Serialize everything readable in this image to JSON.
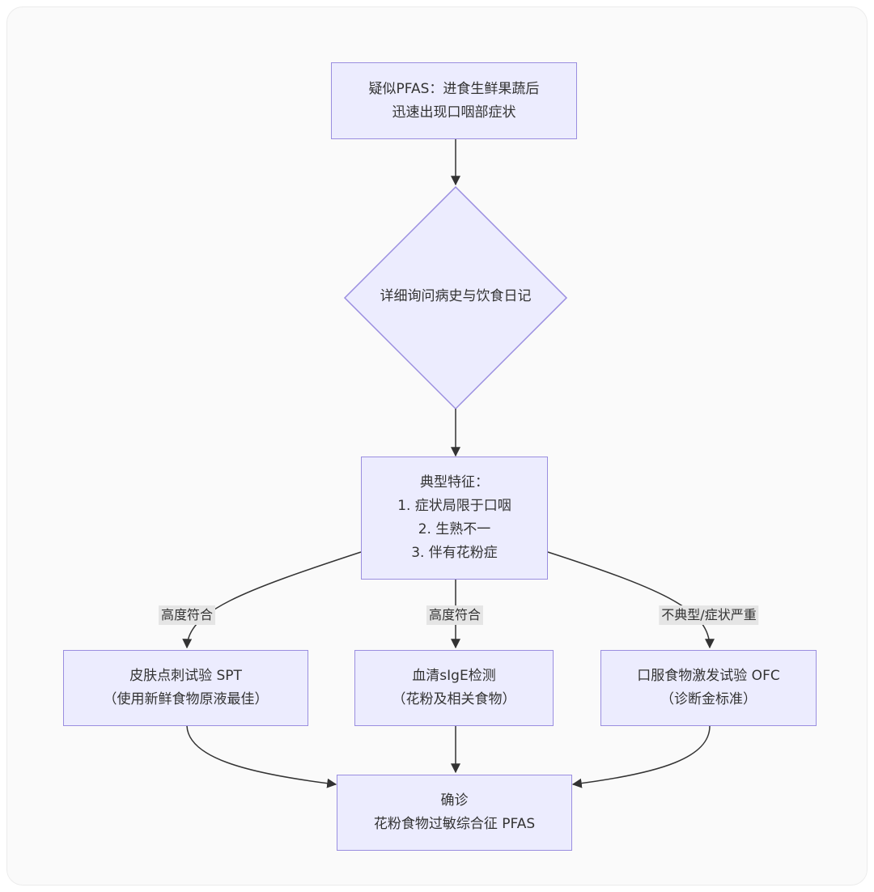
{
  "colors": {
    "node_fill": "#ececfe",
    "node_border": "#9a8ee0",
    "edge": "#333333",
    "label_bg": "#e5e5e5",
    "text": "#333333"
  },
  "nodes": {
    "start": {
      "lines": [
        "疑似PFAS：进食生鲜果蔬后",
        "迅速出现口咽部症状"
      ]
    },
    "history": {
      "text": "详细询问病史与饮食日记"
    },
    "features": {
      "lines": [
        "典型特征：",
        "1. 症状局限于口咽",
        "2. 生熟不一",
        "3. 伴有花粉症"
      ]
    },
    "spt": {
      "lines": [
        "皮肤点刺试验 SPT",
        "（使用新鲜食物原液最佳）"
      ]
    },
    "sige": {
      "lines": [
        "血清sIgE检测",
        "（花粉及相关食物）"
      ]
    },
    "ofc": {
      "lines": [
        "口服食物激发试验 OFC",
        "（诊断金标准）"
      ]
    },
    "diagnosis": {
      "lines": [
        "确诊",
        "花粉食物过敏综合征 PFAS"
      ]
    }
  },
  "edge_labels": {
    "to_spt": "高度符合",
    "to_sige": "高度符合",
    "to_ofc": "不典型/症状严重"
  }
}
